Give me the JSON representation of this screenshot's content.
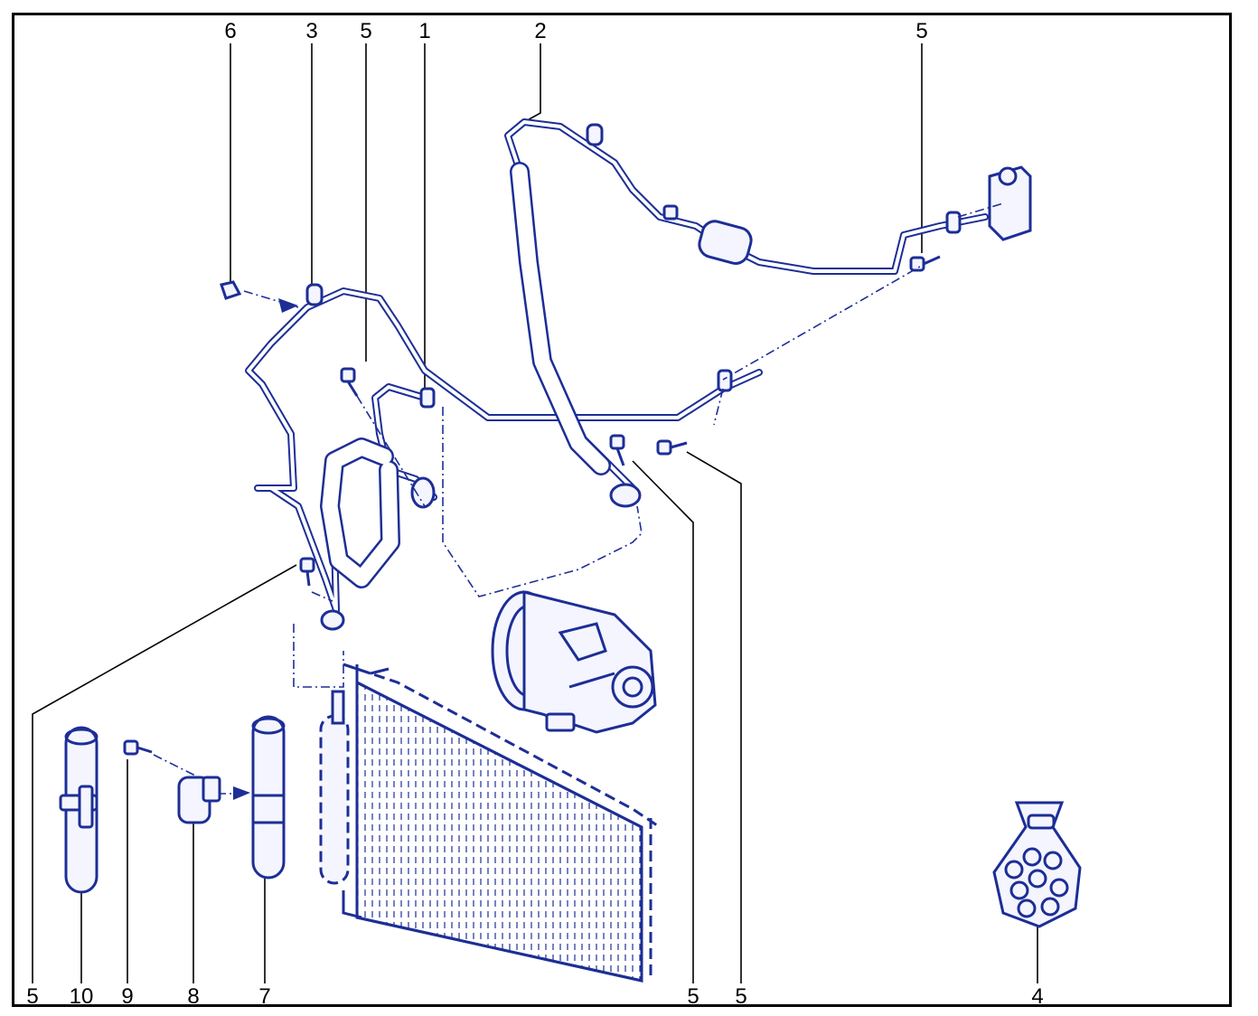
{
  "callouts": {
    "c1": "1",
    "c2": "2",
    "c3": "3",
    "c4": "4",
    "c5": "5",
    "c6": "6",
    "c7": "7",
    "c8": "8",
    "c9": "9",
    "c10": "10"
  },
  "colors": {
    "part_stroke": "#1d2e96",
    "part_fill": "#f4f5ff",
    "leader": "#000000",
    "frame": "#000000"
  }
}
